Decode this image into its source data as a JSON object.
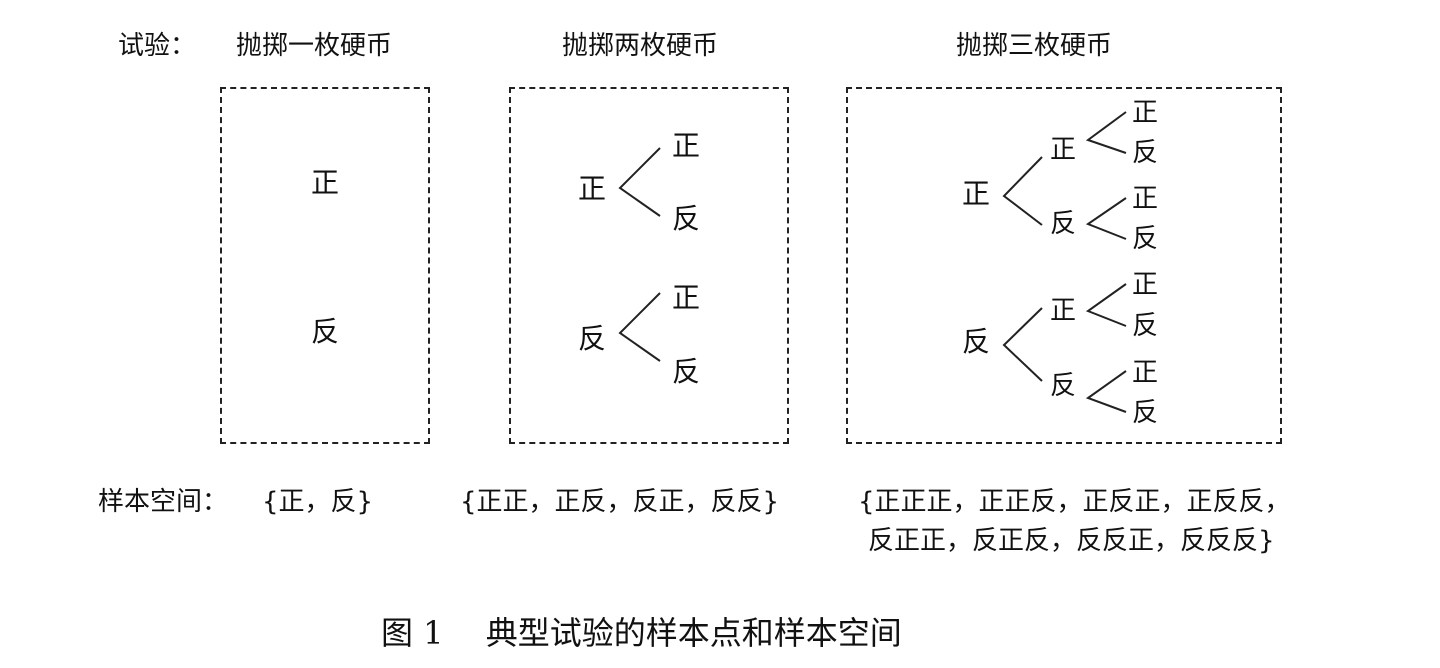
{
  "trial_label": "试验：",
  "experiments": [
    {
      "title": "抛掷一枚硬币",
      "outcomes": [
        "正",
        "反"
      ],
      "sample_space": "{正，反}"
    },
    {
      "title": "抛掷两枚硬币",
      "tree": [
        {
          "label": "正",
          "children": [
            "正",
            "反"
          ]
        },
        {
          "label": "反",
          "children": [
            "正",
            "反"
          ]
        }
      ],
      "sample_space": "{正正，正反，反正，反反}"
    },
    {
      "title": "抛掷三枚硬币",
      "tree": [
        {
          "label": "正",
          "children": [
            {
              "label": "正",
              "children": [
                "正",
                "反"
              ]
            },
            {
              "label": "反",
              "children": [
                "正",
                "反"
              ]
            }
          ]
        },
        {
          "label": "反",
          "children": [
            {
              "label": "正",
              "children": [
                "正",
                "反"
              ]
            },
            {
              "label": "反",
              "children": [
                "正",
                "反"
              ]
            }
          ]
        }
      ],
      "sample_space_line1": "{正正正，正正反，正反正，正反反，",
      "sample_space_line2": "反正正，反正反，反反正，反反反}"
    }
  ],
  "sample_space_label": "样本空间：",
  "caption": "图 1　 典型试验的样本点和样本空间"
}
